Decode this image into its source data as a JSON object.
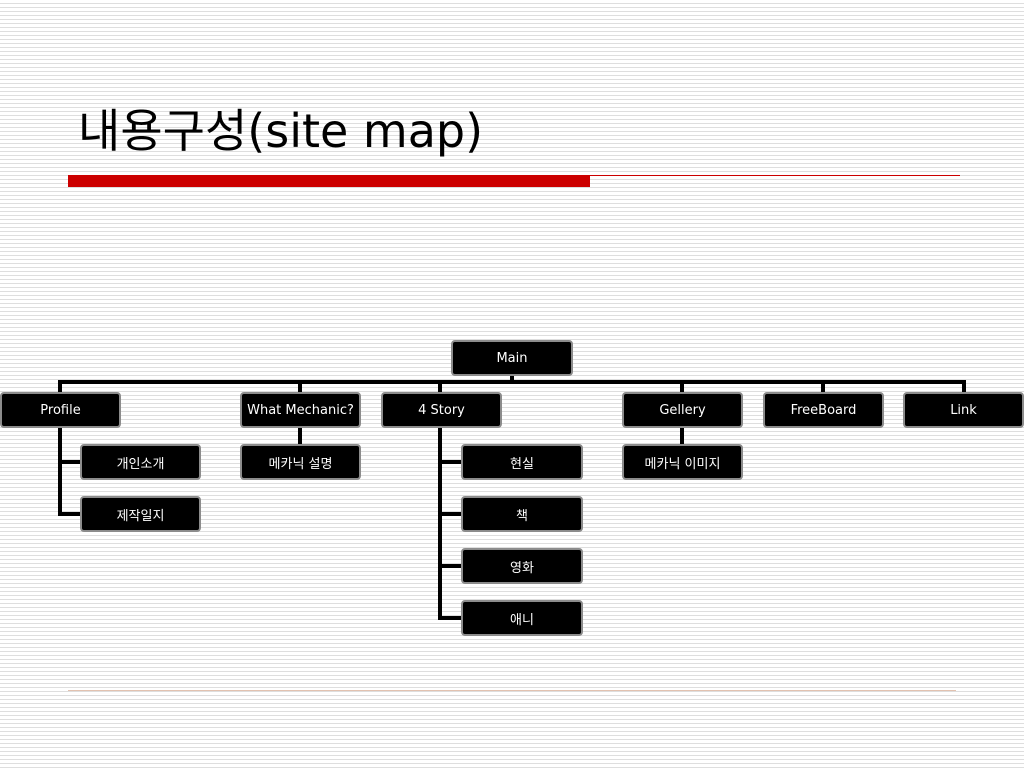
{
  "slide": {
    "title": "내용구성(site map)"
  },
  "colors": {
    "accent": "#cc0000",
    "node_fill": "#000000",
    "node_border": "#8c8c8c",
    "node_text": "#ffffff",
    "footer_rule": "#e2c2b0"
  },
  "sitemap": {
    "root": "Main",
    "sections": [
      {
        "label": "Profile",
        "children": [
          "개인소개",
          "제작일지"
        ]
      },
      {
        "label": "What Mechanic?",
        "children": [
          "메카닉 설명"
        ]
      },
      {
        "label": "4 Story",
        "children": [
          "현실",
          "책",
          "영화",
          "애니"
        ]
      },
      {
        "label": "Gellery",
        "children": [
          "메카닉 이미지"
        ]
      },
      {
        "label": "FreeBoard",
        "children": []
      },
      {
        "label": "Link",
        "children": []
      }
    ]
  }
}
